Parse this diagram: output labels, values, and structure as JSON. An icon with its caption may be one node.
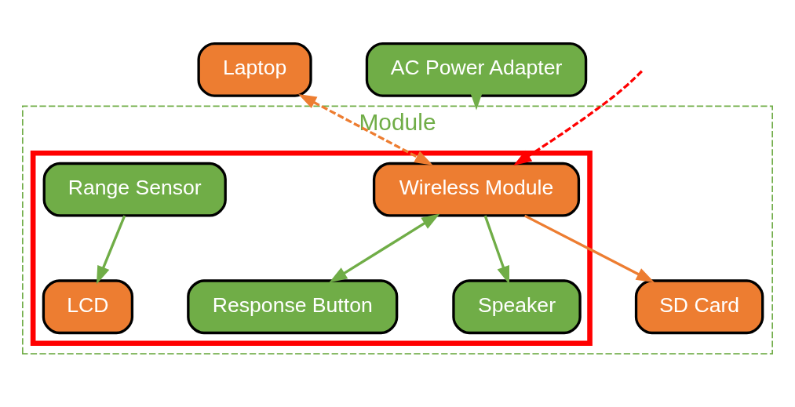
{
  "diagram": {
    "nodes": [
      {
        "text": [
          "Module"
        ]
      },
      {
        "text": [],
        "shape": "box",
        "in": 0
      },
      {
        "text": [
          "Laptop"
        ]
      },
      {
        "text": [
          "Wireless Module"
        ],
        "in": 1
      },
      {
        "text": [
          "LCD"
        ],
        "in": 1
      },
      {
        "text": [
          "SD Card"
        ],
        "in": 0
      },
      {
        "text": [
          "AC Power Adapter"
        ]
      },
      {
        "text": [
          "Response Button"
        ],
        "in": 1
      },
      {
        "text": [
          "Range Sensor"
        ],
        "in": 1
      },
      {
        "text": [
          "Speaker"
        ],
        "in": 1
      }
    ],
    "edges": [
      {
        "from": null,
        "to": 3,
        "arrow": "to",
        "style": "dashed",
        "color": "#ff0000"
      },
      {
        "from": 2,
        "to": 3,
        "arrow": "both",
        "style": "dashed",
        "color": "#ed7d31"
      },
      {
        "from": 6,
        "to": 0,
        "arrow": "to"
      },
      {
        "from": 3,
        "to": 7,
        "arrow": "both"
      },
      {
        "from": 8,
        "to": 4,
        "arrow": "to"
      },
      {
        "from": 3,
        "to": 9,
        "arrow": "to"
      },
      {
        "from": 3,
        "to": 5,
        "arrow": "to",
        "color": "#ed7d31"
      }
    ]
  }
}
